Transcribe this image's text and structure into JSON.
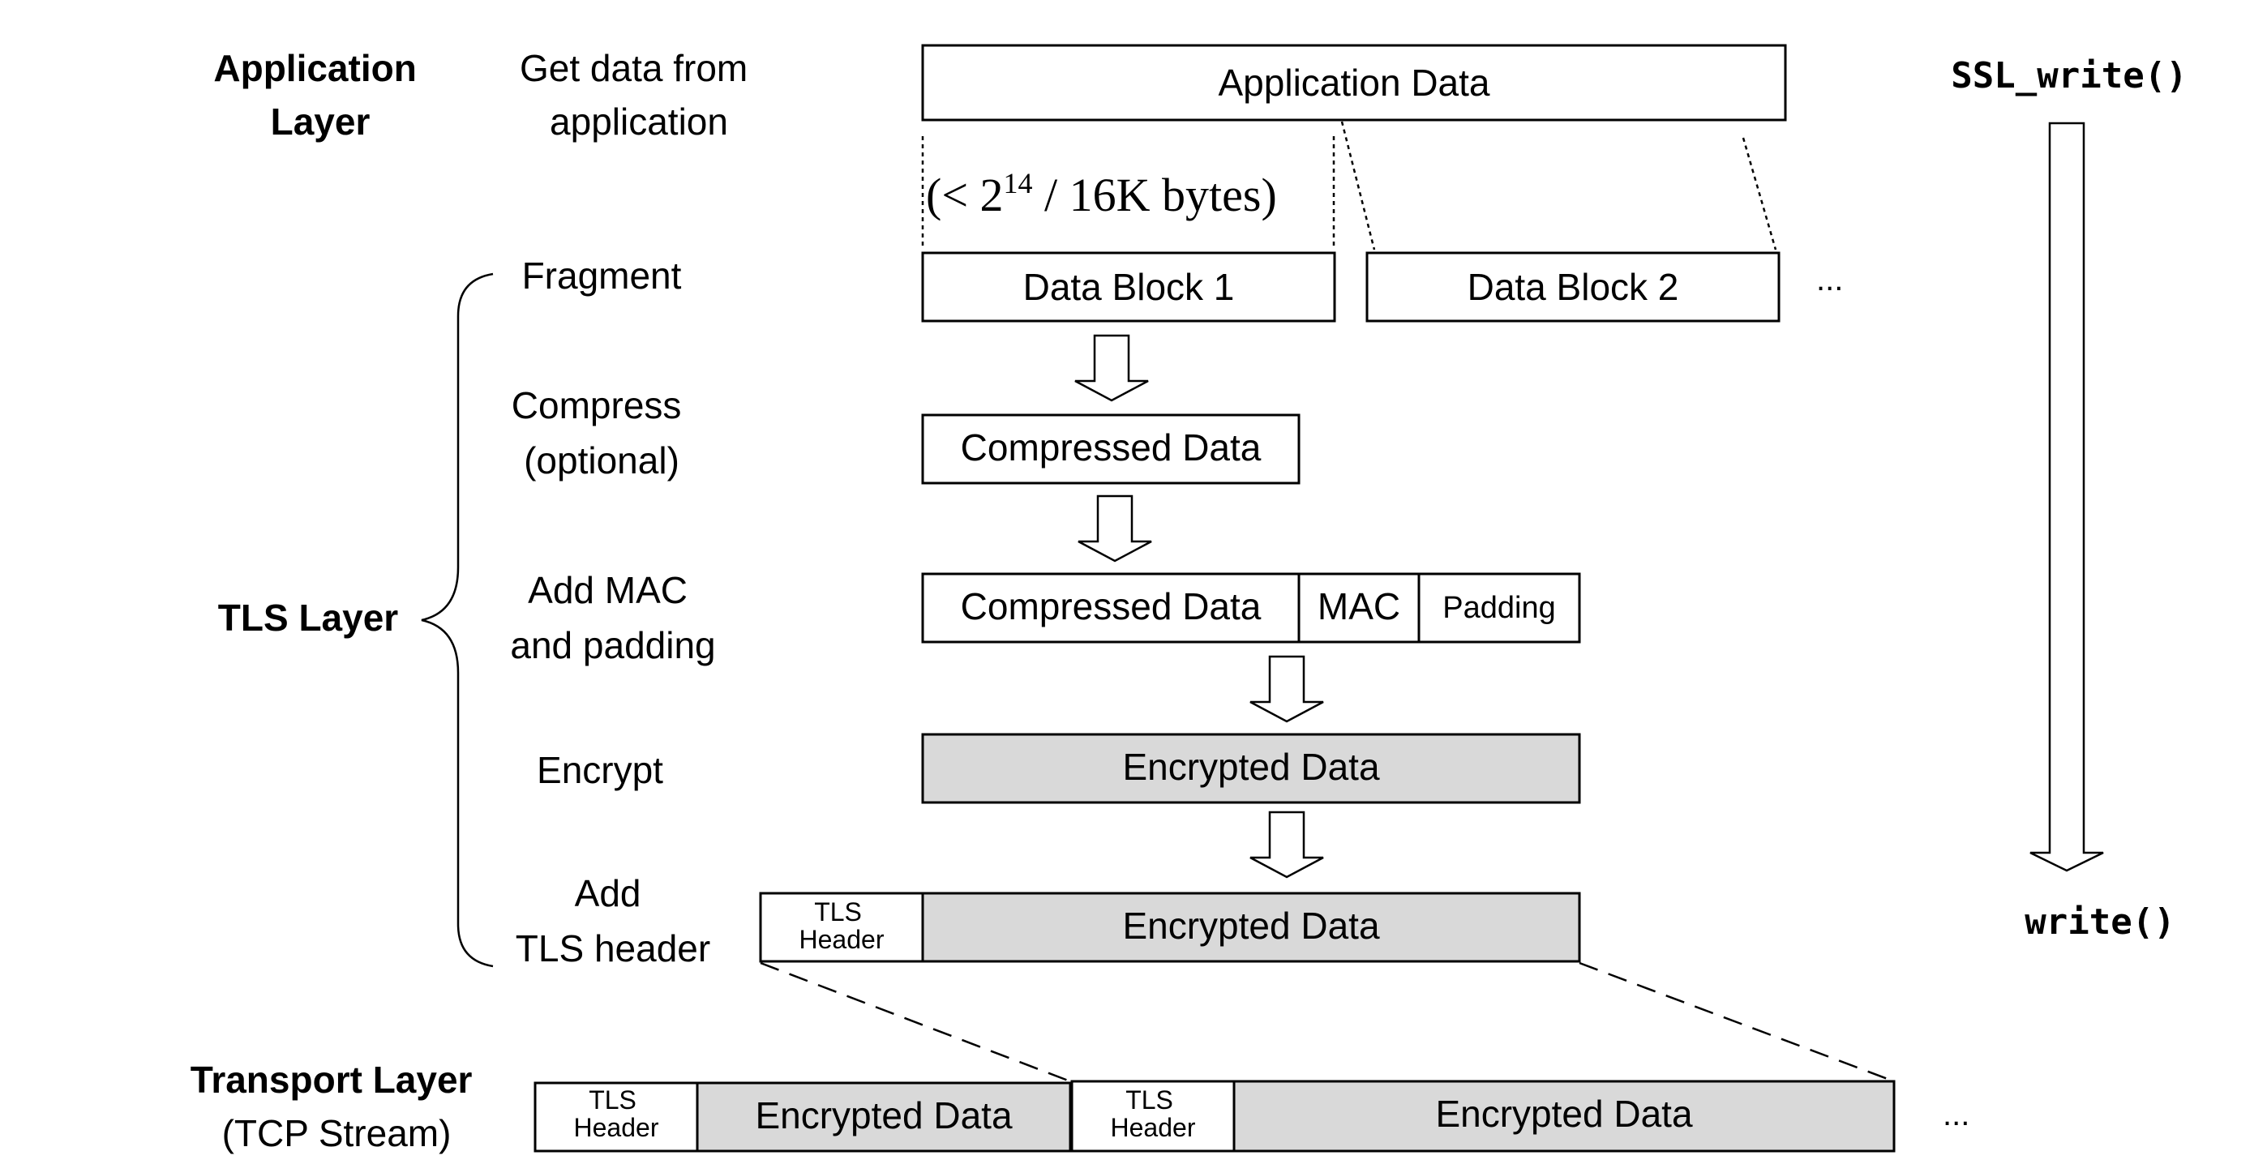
{
  "layers": {
    "application": [
      "Application",
      "Layer"
    ],
    "tls": "TLS Layer",
    "transport": [
      "Transport Layer",
      "(TCP Stream)"
    ]
  },
  "steps": {
    "get_data": [
      "Get data from",
      "application"
    ],
    "fragment": "Fragment",
    "compress": [
      "Compress",
      "(optional)"
    ],
    "add_mac": [
      "Add MAC",
      "and padding"
    ],
    "encrypt": "Encrypt",
    "add_header": [
      "Add",
      "TLS header"
    ]
  },
  "blocks": {
    "application_data": "Application Data",
    "size_note_prefix": "(< 2",
    "size_note_exp": "14",
    "size_note_suffix": " / 16K bytes)",
    "data_block_1": "Data Block 1",
    "data_block_2": "Data Block 2",
    "ellipsis": "...",
    "compressed_data": "Compressed Data",
    "mac": "MAC",
    "padding": "Padding",
    "encrypted_data": "Encrypted Data",
    "tls_header": [
      "TLS",
      "Header"
    ]
  },
  "calls": {
    "ssl_write": "SSL_write()",
    "write": "write()"
  },
  "colors": {
    "encrypted_fill": "#d9d9d9",
    "stroke": "#000000"
  }
}
